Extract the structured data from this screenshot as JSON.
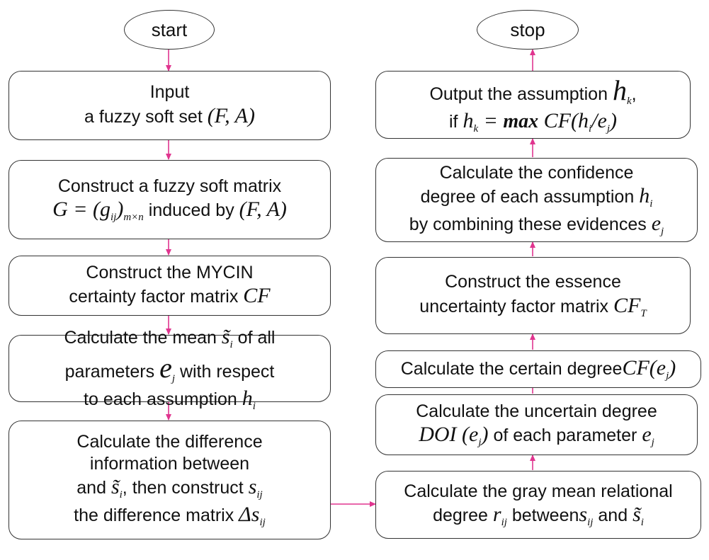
{
  "terminals": {
    "start": "start",
    "stop": "stop"
  },
  "left": {
    "input": {
      "l1": "Input",
      "l2": "a fuzzy soft set",
      "m": "(F, A)"
    },
    "construct_matrix": {
      "l1": "Construct a fuzzy soft matrix",
      "m1": "G = (g",
      "m1_sub": "ij",
      "m1_end": ")",
      "m1_sub2": "m×n",
      "t": "induced by",
      "m2": "(F, A)"
    },
    "mycin": {
      "l1": "Construct the MYCIN",
      "l2": "certainty factor matrix",
      "m": "CF"
    },
    "mean": {
      "l1": "Calculate the mean",
      "m1": "s̃",
      "m1_sub": "i",
      "l1b": "of all",
      "l2": "parameters",
      "m2": "e",
      "m2_sub": "j",
      "l2b": "with respect",
      "l3": "to each assumption",
      "m3": "h",
      "m3_sub": "i"
    },
    "difference": {
      "l1": "Calculate the difference",
      "l2": "information between",
      "l3a": "and",
      "m1": "s̃",
      "m1_sub": "i",
      "l3b": ", then construct",
      "m2": "s",
      "m2_sub": "ij",
      "l4": "the difference matrix",
      "m3": "Δs",
      "m3_sub": "ij"
    }
  },
  "right": {
    "output": {
      "l1": "Output the assumption",
      "m1": "h",
      "m1_sub": "k",
      "l1b": ",",
      "l2": "if",
      "m2": "h",
      "m2_sub": "k",
      "m2b": " = ",
      "mb": "max",
      "m3": " CF(h",
      "m3_sub": "i",
      "m3b": "/e",
      "m3_sub2": "j",
      "m3c": ")"
    },
    "confidence": {
      "l1": "Calculate the confidence",
      "l2": "degree of each assumption",
      "m1": "h",
      "m1_sub": "i",
      "l3": "by combining these evidences",
      "m2": "e",
      "m2_sub": "j"
    },
    "essence": {
      "l1": "Construct the essence",
      "l2": "uncertainty factor matrix",
      "m": "CF",
      "m_sub": "T"
    },
    "certain": {
      "l1": "Calculate the certain degree",
      "m": "CF(e",
      "m_sub": "j",
      "m_end": ")"
    },
    "uncertain": {
      "l1": "Calculate the uncertain degree",
      "m1": "DOI (e",
      "m1_sub": "j",
      "m1_end": ")",
      "l2": "of each parameter",
      "m2": "e",
      "m2_sub": "j"
    },
    "gray": {
      "l1": "Calculate the gray mean relational",
      "l2a": "degree",
      "m1": "r",
      "m1_sub": "ij",
      "l2b": "between",
      "m2": "s",
      "m2_sub": "ij",
      "l2c": "and",
      "m3": "s̃",
      "m3_sub": "i"
    }
  },
  "colors": {
    "arrow": "#e0358f",
    "border": "#333333"
  }
}
